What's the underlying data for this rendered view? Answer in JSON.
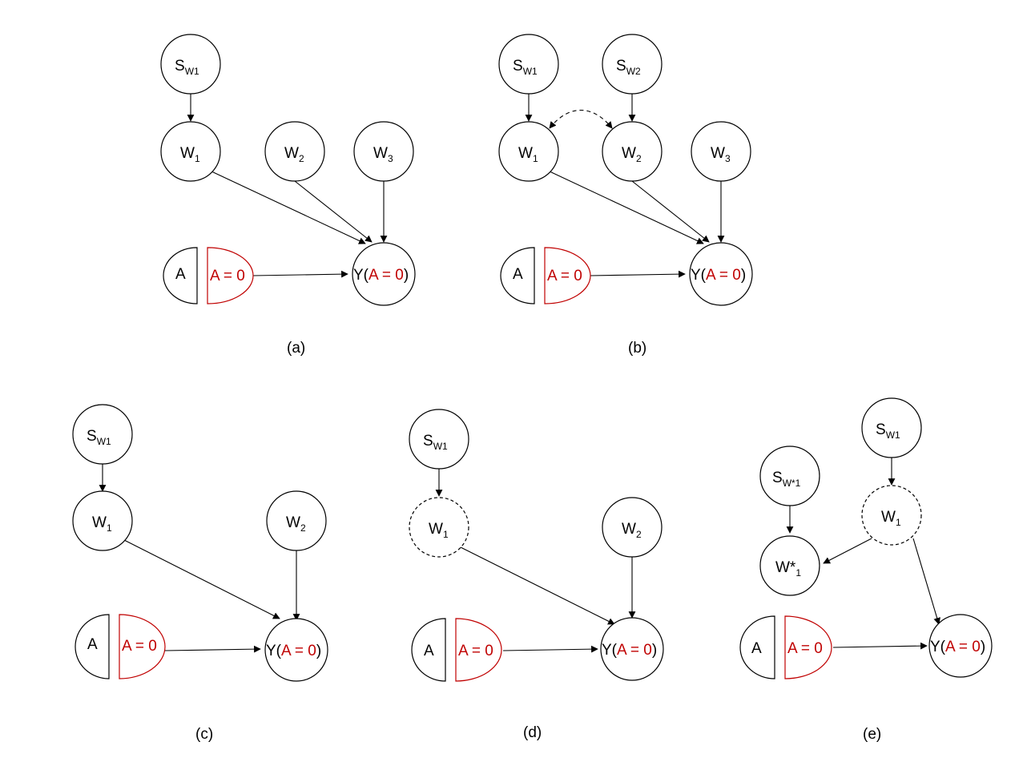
{
  "panels": {
    "a": {
      "caption": "(a)",
      "s_w1": {
        "main": "S",
        "sub": "W1"
      },
      "w1": {
        "main": "W",
        "sub": "1"
      },
      "w2": {
        "main": "W",
        "sub": "2"
      },
      "w3": {
        "main": "W",
        "sub": "3"
      },
      "a_node": "A",
      "intervention": "A = 0",
      "y_prefix": "Y(",
      "y_inner": "A = 0",
      "y_suffix": ")"
    },
    "b": {
      "caption": "(b)",
      "s_w1": {
        "main": "S",
        "sub": "W1"
      },
      "s_w2": {
        "main": "S",
        "sub": "W2"
      },
      "w1": {
        "main": "W",
        "sub": "1"
      },
      "w2": {
        "main": "W",
        "sub": "2"
      },
      "w3": {
        "main": "W",
        "sub": "3"
      },
      "a_node": "A",
      "intervention": "A = 0",
      "y_prefix": "Y(",
      "y_inner": "A = 0",
      "y_suffix": ")"
    },
    "c": {
      "caption": "(c)",
      "s_w1": {
        "main": "S",
        "sub": "W1"
      },
      "w1": {
        "main": "W",
        "sub": "1"
      },
      "w2": {
        "main": "W",
        "sub": "2"
      },
      "a_node": "A",
      "intervention": "A = 0",
      "y_prefix": "Y(",
      "y_inner": "A = 0",
      "y_suffix": ")"
    },
    "d": {
      "caption": "(d)",
      "s_w1": {
        "main": "S",
        "sub": "W1"
      },
      "w1": {
        "main": "W",
        "sub": "1"
      },
      "w2": {
        "main": "W",
        "sub": "2"
      },
      "a_node": "A",
      "intervention": "A = 0",
      "y_prefix": "Y(",
      "y_inner": "A = 0",
      "y_suffix": ")"
    },
    "e": {
      "caption": "(e)",
      "s_w1": {
        "main": "S",
        "sub": "W1"
      },
      "s_wstar1": {
        "main": "S",
        "sub": "W*1"
      },
      "w1": {
        "main": "W",
        "sub": "1"
      },
      "wstar1": {
        "main": "W*",
        "sub": "1"
      },
      "a_node": "A",
      "intervention": "A = 0",
      "y_prefix": "Y(",
      "y_inner": "A = 0",
      "y_suffix": ")"
    }
  },
  "colors": {
    "intervention": "#c00000",
    "stroke": "#000000"
  }
}
